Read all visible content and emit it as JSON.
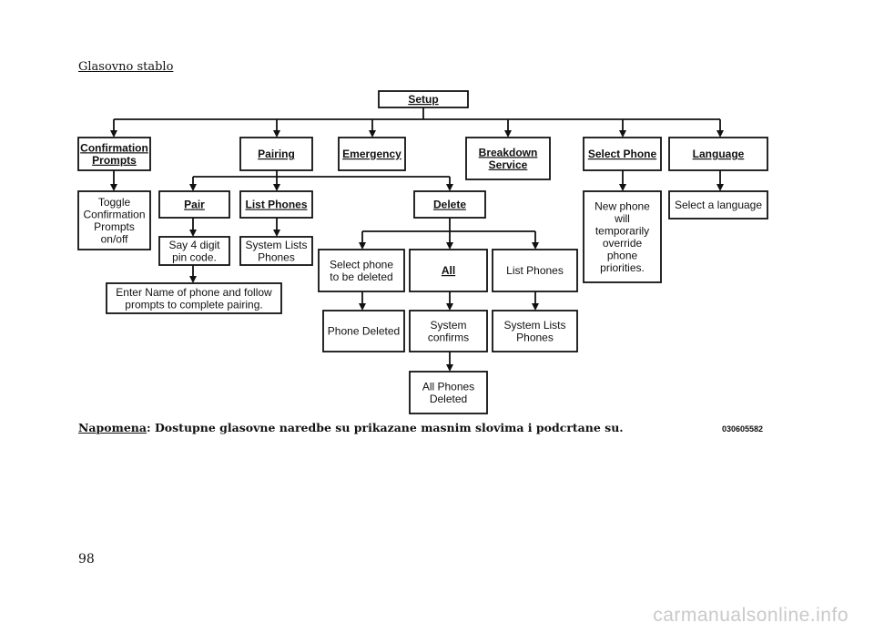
{
  "header": {
    "title": "Glasovno stablo"
  },
  "diagram": {
    "nodes": [
      {
        "id": "setup",
        "lines": [
          "Setup"
        ],
        "command": true
      },
      {
        "id": "confirmation",
        "lines": [
          "Confirmation",
          "Prompts"
        ],
        "command": true
      },
      {
        "id": "pairing",
        "lines": [
          "Pairing"
        ],
        "command": true
      },
      {
        "id": "emergency",
        "lines": [
          "Emergency"
        ],
        "command": true
      },
      {
        "id": "breakdown",
        "lines": [
          "Breakdown",
          "Service"
        ],
        "command": true
      },
      {
        "id": "selectphone",
        "lines": [
          "Select Phone"
        ],
        "command": true
      },
      {
        "id": "language",
        "lines": [
          "Language"
        ],
        "command": true
      },
      {
        "id": "toggle",
        "lines": [
          "Toggle",
          "Confirmation",
          "Prompts",
          "on/off"
        ],
        "command": false
      },
      {
        "id": "pair",
        "lines": [
          "Pair"
        ],
        "command": true
      },
      {
        "id": "listphones1",
        "lines": [
          "List Phones"
        ],
        "command": true
      },
      {
        "id": "delete",
        "lines": [
          "Delete"
        ],
        "command": true
      },
      {
        "id": "newphone",
        "lines": [
          "New phone",
          "will",
          "temporarily",
          "override",
          "phone",
          "priorities."
        ],
        "command": false
      },
      {
        "id": "selectlang",
        "lines": [
          "Select a language"
        ],
        "command": false
      },
      {
        "id": "say4",
        "lines": [
          "Say 4 digit",
          "pin code."
        ],
        "command": false
      },
      {
        "id": "syslists1",
        "lines": [
          "System Lists",
          "Phones"
        ],
        "command": false
      },
      {
        "id": "entername",
        "lines": [
          "Enter Name of phone and follow",
          "prompts to complete pairing."
        ],
        "command": false
      },
      {
        "id": "selectdel",
        "lines": [
          "Select phone",
          "to be deleted"
        ],
        "command": false
      },
      {
        "id": "all",
        "lines": [
          "All"
        ],
        "command": true
      },
      {
        "id": "listphones2",
        "lines": [
          "List Phones"
        ],
        "command": false
      },
      {
        "id": "phonedeleted",
        "lines": [
          "Phone Deleted"
        ],
        "command": false
      },
      {
        "id": "sysconfirms",
        "lines": [
          "System",
          "confirms"
        ],
        "command": false
      },
      {
        "id": "syslists2",
        "lines": [
          "System Lists",
          "Phones"
        ],
        "command": false
      },
      {
        "id": "allphonesdel",
        "lines": [
          "All Phones",
          "Deleted"
        ],
        "command": false
      }
    ]
  },
  "note": {
    "label": "Napomena",
    "text": ": Dostupne glasovne naredbe su prikazane masnim slovima i podcrtane su."
  },
  "figure_code": "030605582",
  "footer": {
    "page_number": "98"
  },
  "watermark": "carmanualsonline.info"
}
